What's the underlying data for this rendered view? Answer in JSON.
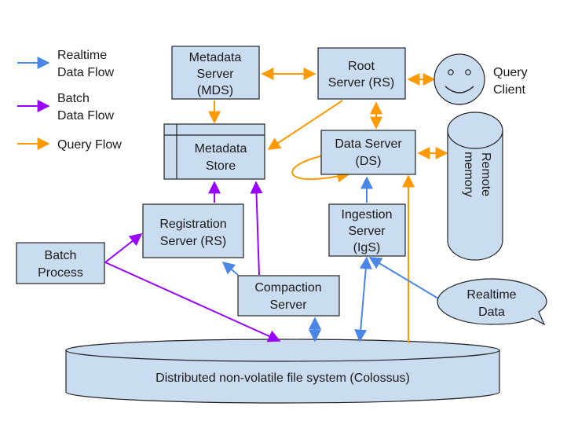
{
  "colors": {
    "realtime": "#4a86e8",
    "batch": "#9900ff",
    "query": "#ff9900",
    "node_fill": "#c9dcf0",
    "stroke": "#222222"
  },
  "legend": {
    "realtime": [
      "Realtime",
      "Data Flow"
    ],
    "batch": [
      "Batch",
      "Data Flow"
    ],
    "query": "Query Flow"
  },
  "nodes": {
    "metadata_server": [
      "Metadata",
      "Server",
      "(MDS)"
    ],
    "root_server": [
      "Root",
      "Server (RS)"
    ],
    "query_client": [
      "Query",
      "Client"
    ],
    "metadata_store": [
      "Metadata",
      "Store"
    ],
    "data_server": [
      "Data Server",
      "(DS)"
    ],
    "remote_memory": [
      "Remote",
      "memory"
    ],
    "registration_server": [
      "Registration",
      "Server (RS)"
    ],
    "ingestion_server": [
      "Ingestion",
      "Server",
      "(IgS)"
    ],
    "batch_process": [
      "Batch",
      "Process"
    ],
    "compaction_server": [
      "Compaction",
      "Server"
    ],
    "realtime_data": [
      "Realtime",
      "Data"
    ],
    "colossus": "Distributed non-volatile file system (Colossus)"
  },
  "icons": {
    "query_client": "smiley-face-icon"
  }
}
